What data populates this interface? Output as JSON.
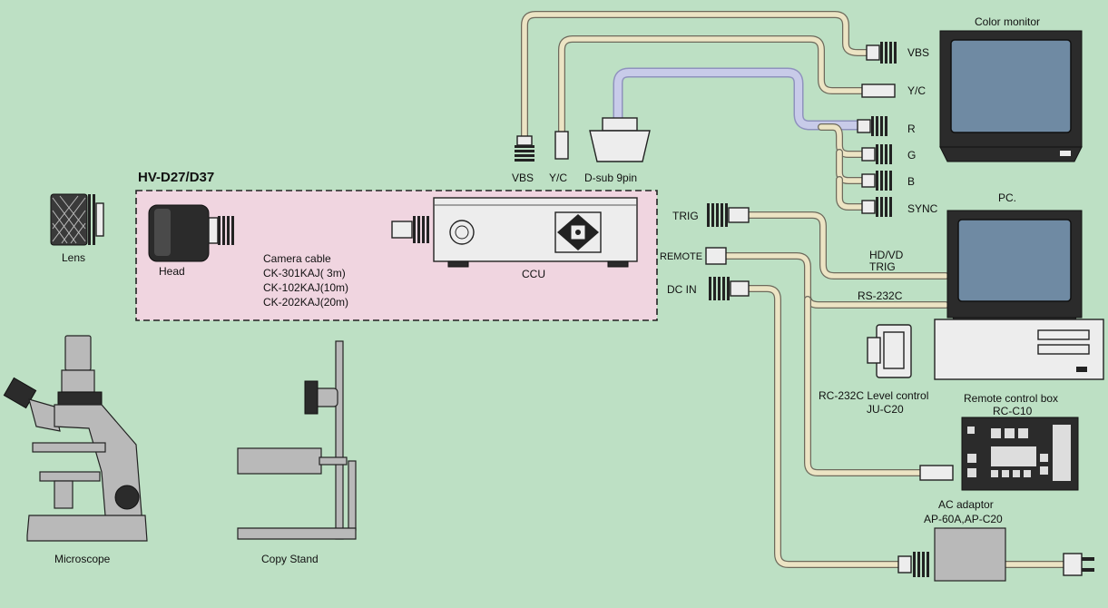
{
  "labels": {
    "system_title": "HV-D27/D37",
    "lens": "Lens",
    "head": "Head",
    "camera_cable": "Camera cable",
    "cable_3m": "CK-301KAJ( 3m)",
    "cable_10m": "CK-102KAJ(10m)",
    "cable_20m": "CK-202KAJ(20m)",
    "ccu": "CCU",
    "microscope": "Microscope",
    "copy_stand": "Copy Stand",
    "vbs_top": "VBS",
    "yc_top": "Y/C",
    "dsub": "D-sub 9pin",
    "color_monitor": "Color monitor",
    "vbs": "VBS",
    "yc": "Y/C",
    "r": "R",
    "g": "G",
    "b": "B",
    "sync": "SYNC",
    "pc": "PC.",
    "trig": "TRIG",
    "remote": "REMOTE",
    "dc_in": "DC IN",
    "hdvd": "HD/VD",
    "trig2": "TRIG",
    "rs232c": "RS-232C",
    "level_control_1": "RC-232C Level control",
    "level_control_2": "JU-C20",
    "remote_box_1": "Remote control box",
    "remote_box_2": "RC-C10",
    "ac_adaptor_1": "AC adaptor",
    "ac_adaptor_2": "AP-60A,AP-C20"
  },
  "colors": {
    "background": "#bde0c4",
    "system_box_fill": "#f0d5e0",
    "cable_outline": "#6d6a5c",
    "cable_fill": "#ece4c4",
    "rgb_cable_fill": "#c8cbe9",
    "screen": "#6f8aa3"
  }
}
